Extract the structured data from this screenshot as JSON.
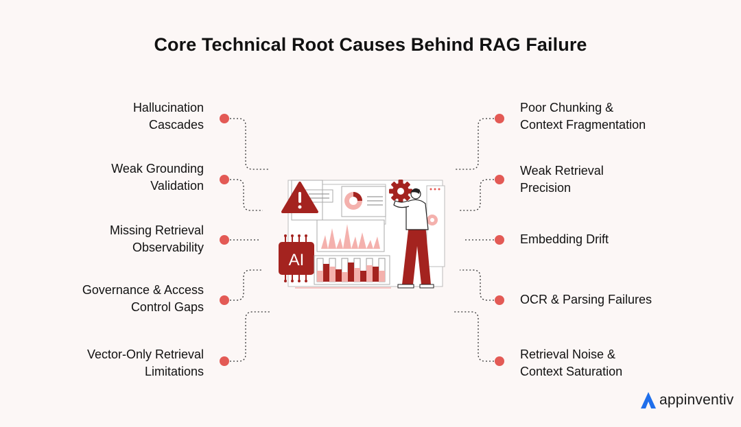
{
  "title": "Core Technical Root Causes Behind RAG Failure",
  "left_items": [
    {
      "line1": "Hallucination",
      "line2": "Cascades"
    },
    {
      "line1": "Weak Grounding",
      "line2": "Validation"
    },
    {
      "line1": "Missing Retrieval",
      "line2": "Observability"
    },
    {
      "line1": "Governance & Access",
      "line2": "Control Gaps"
    },
    {
      "line1": "Vector-Only Retrieval",
      "line2": "Limitations"
    }
  ],
  "right_items": [
    {
      "line1": "Poor Chunking &",
      "line2": "Context Fragmentation"
    },
    {
      "line1": "Weak Retrieval",
      "line2": "Precision"
    },
    {
      "line1": "Embedding Drift",
      "line2": ""
    },
    {
      "line1": "OCR & Parsing Failures",
      "line2": ""
    },
    {
      "line1": "Retrieval Noise &",
      "line2": "Context Saturation"
    }
  ],
  "illustration": {
    "chip_label": "AI",
    "warning_symbol": "!"
  },
  "brand": {
    "name": "appinventiv",
    "accent": "#1f6feb"
  },
  "colors": {
    "dot": "#e35a55",
    "dark_red": "#a4231f",
    "light_red": "#f4b1ad",
    "background": "#fcf7f6"
  }
}
